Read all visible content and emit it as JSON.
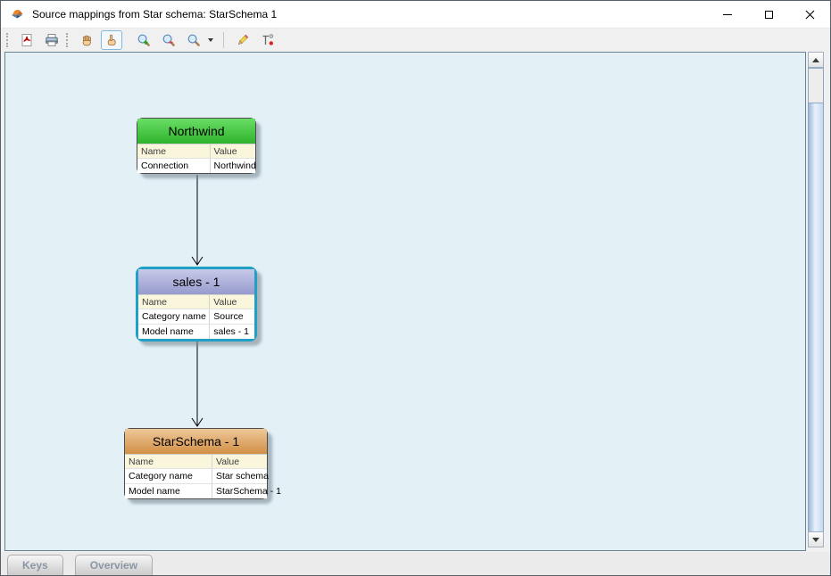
{
  "window": {
    "title": "Source mappings from Star schema: StarSchema 1",
    "controls": [
      "minimize",
      "maximize",
      "close"
    ]
  },
  "toolbar": {
    "buttons": [
      {
        "icon": "export-pdf-icon"
      },
      {
        "icon": "print-icon"
      },
      {
        "icon": "pan-hand-icon"
      },
      {
        "icon": "select-hand-icon",
        "selected": true
      },
      {
        "icon": "zoom-in-icon"
      },
      {
        "icon": "zoom-out-icon"
      },
      {
        "icon": "zoom-icon",
        "has_dropdown": true
      },
      {
        "icon": "edit-pencil-icon"
      },
      {
        "icon": "mapping-icon"
      }
    ]
  },
  "canvas": {
    "background": "#e3f1f7",
    "nodes": [
      {
        "title": "Northwind",
        "header_color": "#3fbf3c",
        "border_color": "#4d4d4d",
        "selected": false,
        "columns": {
          "name": "Name",
          "value": "Value"
        },
        "rows": [
          {
            "name": "Connection",
            "value": "Northwind"
          }
        ]
      },
      {
        "title": "sales - 1",
        "header_color": "#a9adda",
        "border_color": "#21a0c6",
        "selected": true,
        "columns": {
          "name": "Name",
          "value": "Value"
        },
        "rows": [
          {
            "name": "Category name",
            "value": "Source"
          },
          {
            "name": "Model name",
            "value": "sales - 1"
          }
        ]
      },
      {
        "title": "StarSchema - 1",
        "header_color": "#dfa969",
        "border_color": "#4d4d4d",
        "selected": false,
        "columns": {
          "name": "Name",
          "value": "Value"
        },
        "rows": [
          {
            "name": "Category name",
            "value": "Star schema"
          },
          {
            "name": "Model name",
            "value": "StarSchema - 1"
          }
        ]
      }
    ],
    "edges": [
      {
        "from": "Northwind",
        "to": "sales - 1"
      },
      {
        "from": "sales - 1",
        "to": "StarSchema - 1"
      }
    ]
  },
  "bottom_tabs": [
    {
      "label": "Keys"
    },
    {
      "label": "Overview"
    }
  ]
}
